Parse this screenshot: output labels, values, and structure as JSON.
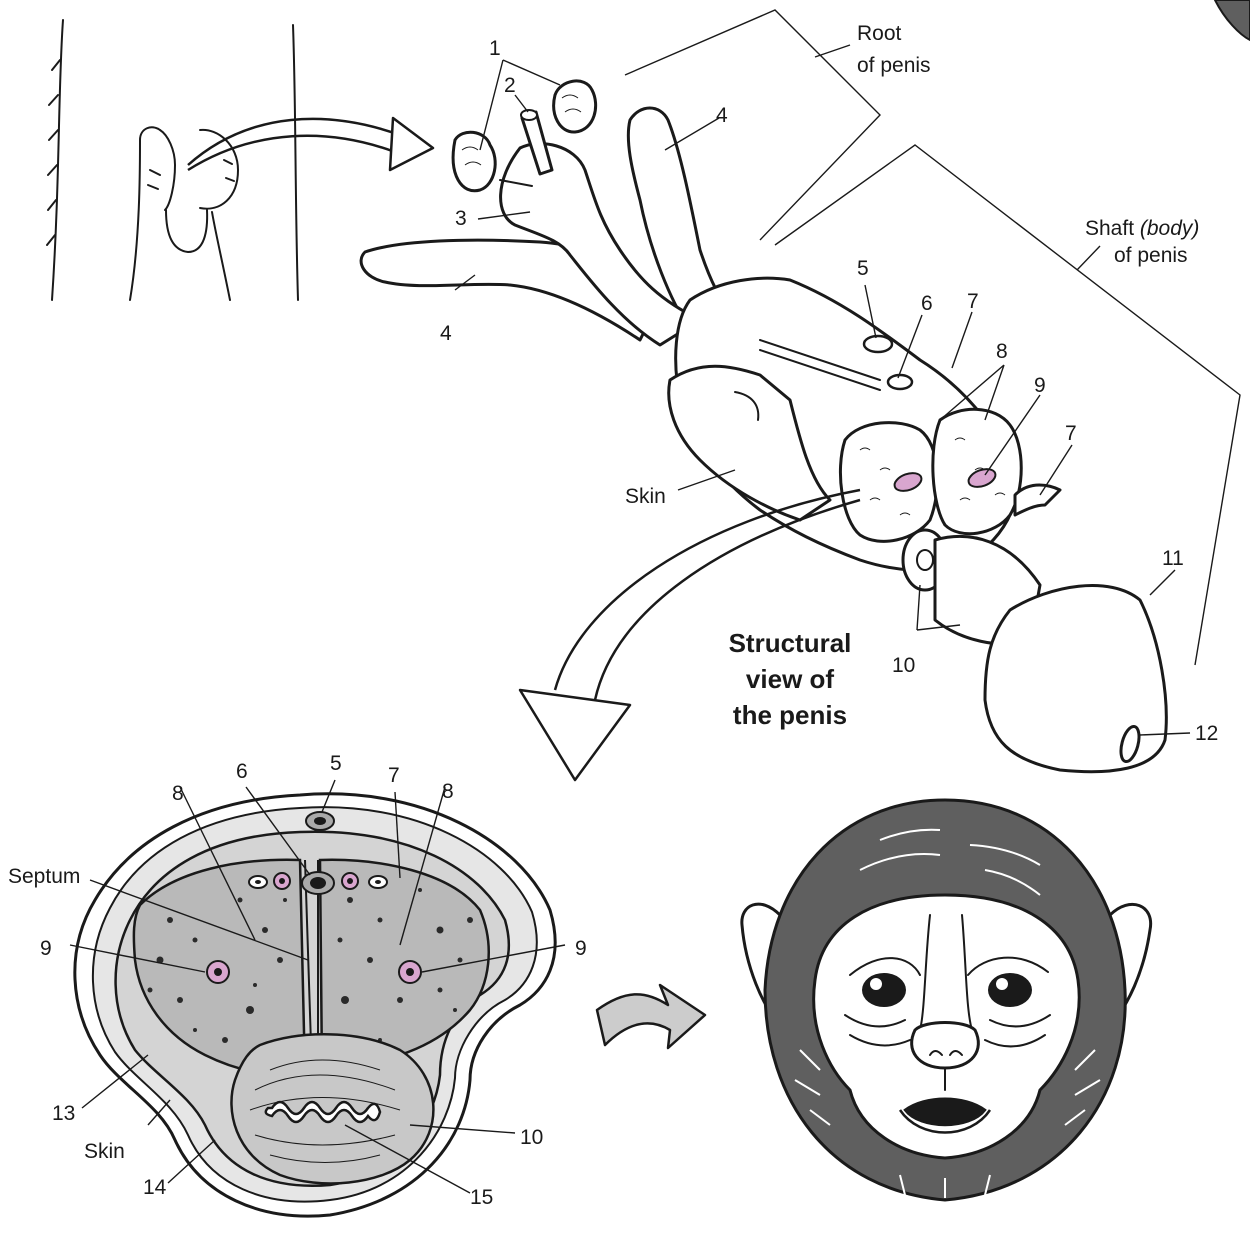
{
  "labels": {
    "n1": "1",
    "n2": "2",
    "n3": "3",
    "n4a": "4",
    "n4b": "4",
    "n5a": "5",
    "n6a": "6",
    "n7a": "7",
    "n7b": "7",
    "n8a": "8",
    "n9a": "9",
    "n10a": "10",
    "n11": "11",
    "n12": "12",
    "skin_a": "Skin",
    "root_l1": "Root",
    "root_l2": "of penis",
    "shaft_l1": "Shaft ",
    "shaft_l1_em": "(body)",
    "shaft_l2": "of penis",
    "n5b": "5",
    "n6b": "6",
    "n7c": "7",
    "n8b": "8",
    "n8c": "8",
    "septum": "Septum",
    "n9b": "9",
    "n9c": "9",
    "n10b": "10",
    "n13": "13",
    "n14": "14",
    "n15": "15",
    "skin_b": "Skin"
  },
  "caption": [
    "Structural",
    "view of",
    "the penis"
  ],
  "colors": {
    "ink": "#1a1a1a",
    "tissue_gray": "#b9b9b9",
    "tissue_light": "#d4d4d4",
    "spongy_light": "#c8c8c8",
    "sheath": "#e6e6e6",
    "artery_pink": "#d9a6cf",
    "monkey_fur": "#5f5f5f",
    "arrow_gray": "#cccccc"
  }
}
